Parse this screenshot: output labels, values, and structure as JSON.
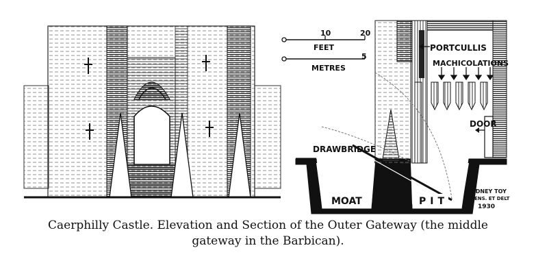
{
  "figure": {
    "scale_bar": {
      "feet_label": "FEET",
      "feet_ticks": [
        "10",
        "20"
      ],
      "metres_label": "METRES",
      "metres_ticks": [
        "5"
      ]
    },
    "labels": {
      "portcullis": "PORTCULLIS",
      "machicolations": "MACHICOLATIONS",
      "door": "DOOR",
      "drawbridge": "DRAWBRIDGE",
      "moat": "MOAT",
      "pit": "PIT"
    },
    "signature": {
      "line1": "SIDNEY TOY",
      "line2": "MENS. ET DELT",
      "line3": "1930"
    }
  },
  "caption": {
    "line1": "Caerphilly Castle.  Elevation and Section of the Outer Gateway (the middle",
    "line2": "gateway in the Barbican)."
  },
  "colors": {
    "ink": "#111111",
    "paper": "#ffffff",
    "hatch": "#555555"
  }
}
